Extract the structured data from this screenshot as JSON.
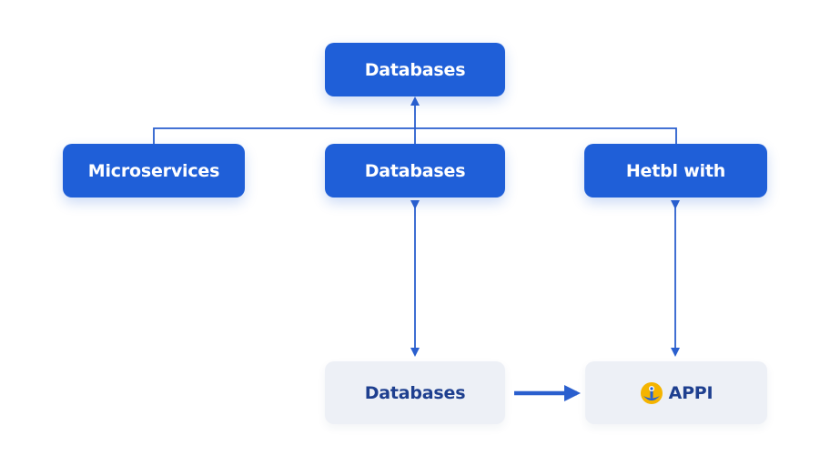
{
  "diagram": {
    "nodes": {
      "top": {
        "label": "Databases"
      },
      "microservices": {
        "label": "Microservices"
      },
      "databases_mid": {
        "label": "Databases"
      },
      "hetbl": {
        "label": "Hetbl with"
      },
      "databases_bottom": {
        "label": "Databases"
      },
      "appi": {
        "label": "APPI",
        "icon": "app-logo-icon"
      }
    },
    "edges": [
      {
        "from": "databases_mid",
        "to": "top",
        "style": "arrow"
      },
      {
        "from": "microservices",
        "to": "top",
        "style": "line"
      },
      {
        "from": "hetbl",
        "to": "top",
        "style": "line"
      },
      {
        "from": "databases_mid",
        "to": "databases_bottom",
        "style": "double-arrow"
      },
      {
        "from": "hetbl",
        "to": "appi",
        "style": "double-arrow"
      },
      {
        "from": "databases_bottom",
        "to": "appi",
        "style": "arrow"
      }
    ],
    "colors": {
      "primary": "#1f5fd8",
      "secondary_bg": "#edf0f6",
      "secondary_text": "#1e3f8f",
      "connector": "#2a5fce",
      "logo_yellow": "#f4b400",
      "logo_blue": "#1f5fd8"
    }
  }
}
